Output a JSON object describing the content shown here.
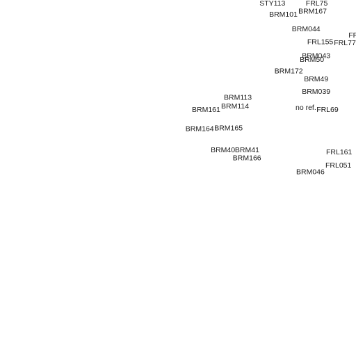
{
  "chart_data": {
    "type": "scatter",
    "xlim": [
      0,
      1
    ],
    "ylim": [
      0,
      1
    ],
    "grid": false,
    "point_style": "text-label",
    "label_color": "#1a1a1a",
    "points": [
      {
        "label": "STY113",
        "x": 0.729,
        "y": 0.99
      },
      {
        "label": "FRL75",
        "x": 0.859,
        "y": 0.99
      },
      {
        "label": "BRM101",
        "x": 0.756,
        "y": 0.959
      },
      {
        "label": "BRM167",
        "x": 0.838,
        "y": 0.967
      },
      {
        "label": "BRM044",
        "x": 0.82,
        "y": 0.918
      },
      {
        "label": "FR",
        "x": 0.979,
        "y": 0.9
      },
      {
        "label": "FRL155",
        "x": 0.863,
        "y": 0.881
      },
      {
        "label": "FRL77",
        "x": 0.938,
        "y": 0.879
      },
      {
        "label": "BRM043",
        "x": 0.848,
        "y": 0.842
      },
      {
        "label": "BRM50",
        "x": 0.842,
        "y": 0.832
      },
      {
        "label": "BRM172",
        "x": 0.771,
        "y": 0.799
      },
      {
        "label": "BRM49",
        "x": 0.854,
        "y": 0.777
      },
      {
        "label": "BRM039",
        "x": 0.848,
        "y": 0.742
      },
      {
        "label": "BRM113",
        "x": 0.629,
        "y": 0.725
      },
      {
        "label": "BRM114",
        "x": 0.621,
        "y": 0.701
      },
      {
        "label": "BRM161",
        "x": 0.539,
        "y": 0.691
      },
      {
        "label": "no ref.",
        "x": 0.83,
        "y": 0.697
      },
      {
        "label": "FRL69",
        "x": 0.889,
        "y": 0.691
      },
      {
        "label": "BRM164",
        "x": 0.521,
        "y": 0.637
      },
      {
        "label": "BRM165",
        "x": 0.602,
        "y": 0.639
      },
      {
        "label": "BRM40",
        "x": 0.592,
        "y": 0.578
      },
      {
        "label": "BRM41",
        "x": 0.66,
        "y": 0.578
      },
      {
        "label": "BRM166",
        "x": 0.654,
        "y": 0.555
      },
      {
        "label": "FRL161",
        "x": 0.916,
        "y": 0.572
      },
      {
        "label": "FRL051",
        "x": 0.914,
        "y": 0.535
      },
      {
        "label": "BRM046",
        "x": 0.832,
        "y": 0.516
      }
    ]
  }
}
